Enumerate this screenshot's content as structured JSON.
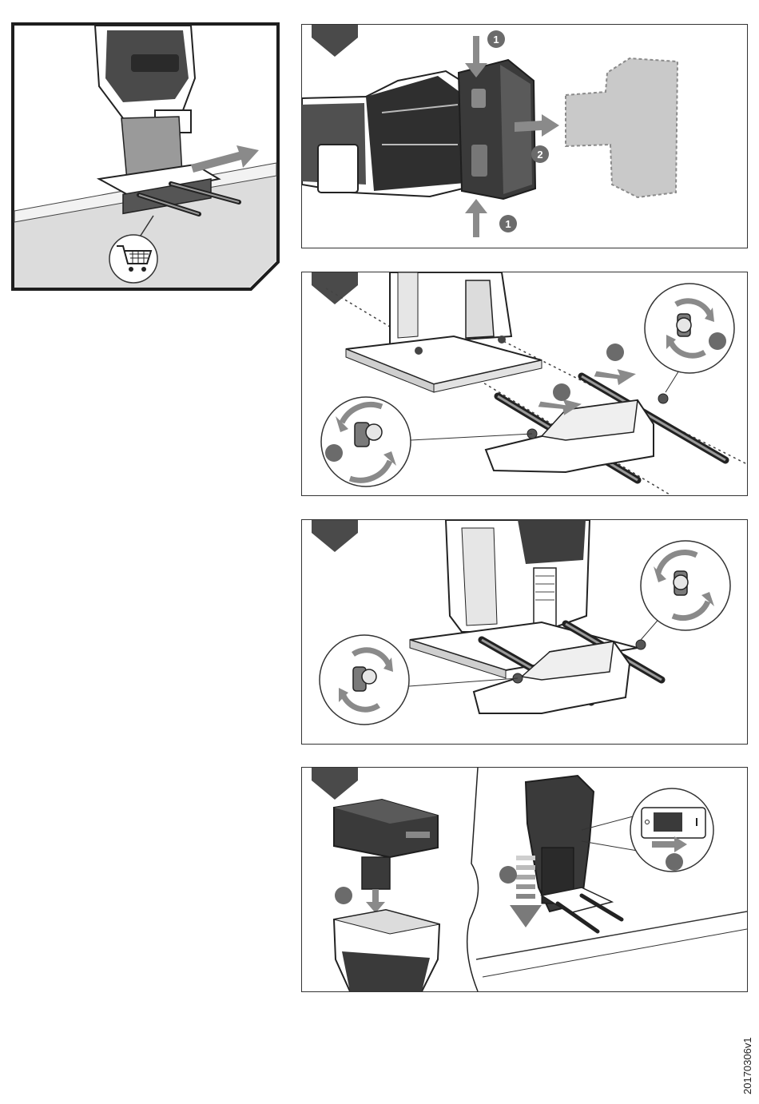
{
  "colors": {
    "line": "#2b2b2b",
    "dark_tool": "#3a3a3a",
    "mid_gray": "#7d7d7d",
    "light_gray": "#d9d9d9",
    "arrow_gray": "#8a8a8a",
    "step_marker": "#4a4a4a",
    "callout_dot": "#6b6b6b"
  },
  "overview": {
    "accessory_icon": "shopping-cart-icon"
  },
  "step1": {
    "callouts": [
      {
        "label": "1"
      },
      {
        "label": "2"
      },
      {
        "label": "1"
      }
    ]
  },
  "footer": {
    "document_code": "20170306v1"
  }
}
